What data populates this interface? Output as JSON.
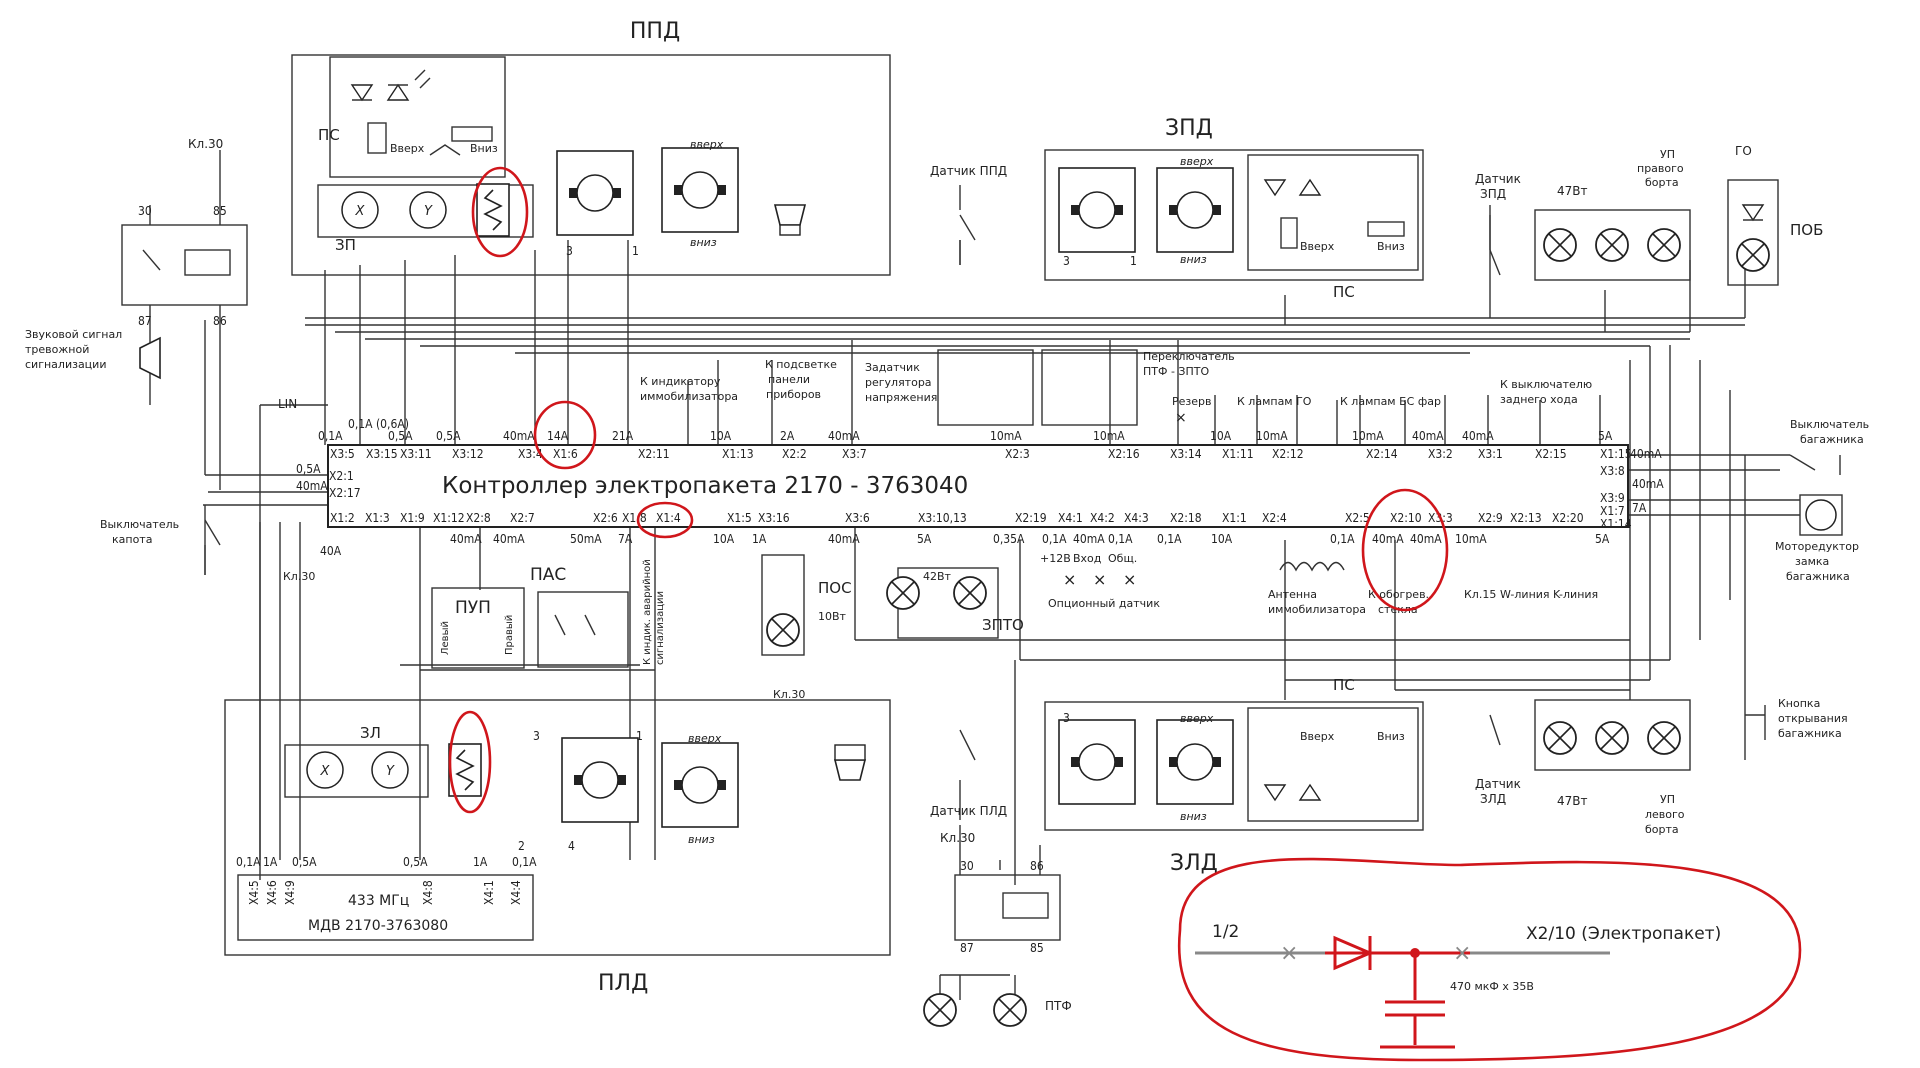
{
  "blocks": {
    "ppd": "ППД",
    "zpd": "ЗПД",
    "pld": "ПЛД",
    "zld": "ЗЛД",
    "ps": "ПС",
    "zp": "ЗП",
    "zl": "ЗЛ",
    "pus": "ПУП",
    "pas": "ПАС",
    "pos": "ПОС",
    "zpto": "ЗПТО",
    "pob": "ПОБ",
    "go": "ГО"
  },
  "controller": {
    "title": "Контроллер электропакета 2170 - 3763040"
  },
  "mdv": {
    "freq": "433 МГц",
    "name": "МДВ 2170-3763080"
  },
  "labels": {
    "kl30": "Кл.30",
    "sound_signal": "Звуковой сигнал тревожной сигнализации",
    "hood_switch": "Выключатель капота",
    "lin": "LIN",
    "sensor_ppd": "Датчик ППД",
    "sensor_zpd": "Датчик ЗПД",
    "sensor_pld": "Датчик ПЛД",
    "sensor_zld": "Датчик ЗЛД",
    "up_right": "УП правого борта",
    "up_left": "УП левого борта",
    "w47": "47Вт",
    "w42": "42Вт",
    "w10": "10Вт",
    "trunk_switch": "Выключатель багажника",
    "lock_motor": "Моторедуктор замка багажника",
    "trunk_button": "Кнопка открывания багажника",
    "immo_ind": "К индикатору иммобилизатора",
    "panel_light": "К подсветке панели приборов",
    "voltage_set": "Задатчик регулятора напряжения",
    "ptf_switch": "Переключатель ПТФ - ЗПТО",
    "reserve": "Резерв",
    "go_lamps": "К лампам ГО",
    "bs_lamps": "К лампам БС фар",
    "reverse_switch": "К выключателю заднего хода",
    "immo_antenna": "Антенна иммобилизатора",
    "glass_heat": "К обогрев. стекла",
    "kl15": "Кл.15",
    "w_line": "W-линия",
    "k_line": "K-линия",
    "optional_sensor": "Опционный датчик",
    "v12": "+12В",
    "input": "Вход",
    "common": "Общ.",
    "alarm_ind": "К индик. аварийной сигнализации",
    "ptf": "ПТФ",
    "up": "Вверх",
    "down": "Вниз",
    "up_lc": "вверх",
    "down_lc": "вниз",
    "left": "Левый",
    "right": "Правый",
    "x": "X",
    "y": "Y"
  },
  "relay": {
    "p30": "30",
    "p85": "85",
    "p87": "87",
    "p86": "86"
  },
  "pins_top": [
    "X3:5",
    "X3:15",
    "X3:11",
    "X3:12",
    "X3:4",
    "X1:6",
    "X2:11",
    "X1:13",
    "X2:2",
    "X3:7",
    "X2:3",
    "X2:16",
    "X3:14",
    "X1:11",
    "X2:12",
    "X2:14",
    "X3:2",
    "X3:1",
    "X2:15",
    "X1:15"
  ],
  "fuses_top": [
    "0,1A",
    "0,1A (0,6A)",
    "0,5A",
    "0,5A",
    "40mA",
    "14A",
    "21A",
    "10A",
    "2A",
    "40mA",
    "10mA",
    "10mA",
    "10A",
    "10mA",
    "10mA",
    "40mA",
    "40mA",
    "5A"
  ],
  "pins_bottom": [
    "X1:2",
    "X1:3",
    "X1:9",
    "X1:12",
    "X2:8",
    "X2:7",
    "X2:6",
    "X1:8",
    "X1:4",
    "X1:5",
    "X3:16",
    "X3:6",
    "X3:10,13",
    "X2:19",
    "X4:1",
    "X4:2",
    "X4:3",
    "X2:18",
    "X1:1",
    "X2:4",
    "X2:5",
    "X2:10",
    "X3:3",
    "X2:9",
    "X2:13",
    "X2:20"
  ],
  "fuses_bottom": [
    "40A",
    "40mA",
    "40mA",
    "50mA",
    "7A",
    "10A",
    "1A",
    "40mA",
    "5A",
    "0,35A",
    "0,1A",
    "40mA",
    "0,1A",
    "0,1A",
    "10A",
    "0,1A",
    "40mA",
    "40mA",
    "10mA",
    "5A"
  ],
  "pins_left": [
    "X2:1",
    "X2:17"
  ],
  "fuses_left": [
    "0,5A",
    "40mA",
    "40A"
  ],
  "pins_right": [
    "X3:8",
    "X3:9",
    "X1:7",
    "X1:14"
  ],
  "fuses_right": [
    "40mA",
    "40mA",
    "7A"
  ],
  "mdv_pins": [
    "X4:5",
    "X4:6",
    "X4:9",
    "X4:8",
    "X4:1",
    "X4:4"
  ],
  "mdv_fuses": [
    "0,1A",
    "1A",
    "0,5A",
    "0,5A",
    "1A",
    "0,1A"
  ],
  "misc_nums": [
    "1",
    "3",
    "2",
    "4"
  ],
  "annotation": {
    "left": "1/2",
    "right": "X2/10 (Электропакет)",
    "cap": "470 мкФ x  35В"
  }
}
